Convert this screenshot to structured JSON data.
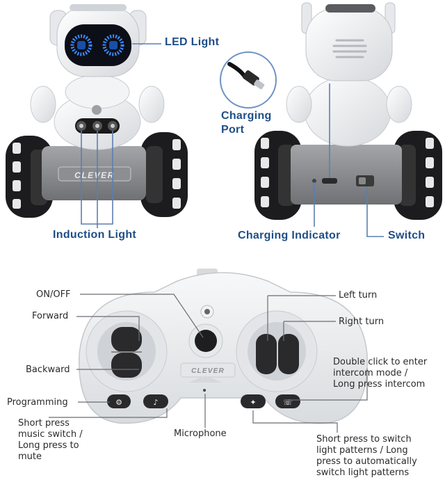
{
  "top_labels": {
    "led_light": "LED Light",
    "charging_port_line1": "Charging",
    "charging_port_line2": "Port",
    "induction_light": "Induction Light",
    "charging_indicator": "Charging Indicator",
    "switch": "Switch"
  },
  "robot": {
    "badge_text": "CLEVER"
  },
  "controller": {
    "badge_text": "CLEVER",
    "labels": {
      "on_off": "ON/OFF",
      "forward": "Forward",
      "backward": "Backward",
      "programming": "Programming",
      "music_line1": "Short press",
      "music_line2": "music switch /",
      "music_line3": "Long press to",
      "music_line4": "mute",
      "microphone": "Microphone",
      "left_turn": "Left turn",
      "right_turn": "Right turn",
      "intercom_line1": "Double click to enter",
      "intercom_line2": "intercom mode /",
      "intercom_line3": "Long press intercom",
      "light_line1": "Short press to switch",
      "light_line2": "light patterns / Long",
      "light_line3": "press to automatically",
      "light_line4": "switch light patterns"
    }
  },
  "colors": {
    "label_bold": "#1f4e87",
    "callout_line": "#5b7fb0",
    "robot_white": "#f2f3f5",
    "robot_gray": "#8a8c90",
    "tire_black": "#1c1c1e",
    "led_blue": "#3a8cff"
  }
}
